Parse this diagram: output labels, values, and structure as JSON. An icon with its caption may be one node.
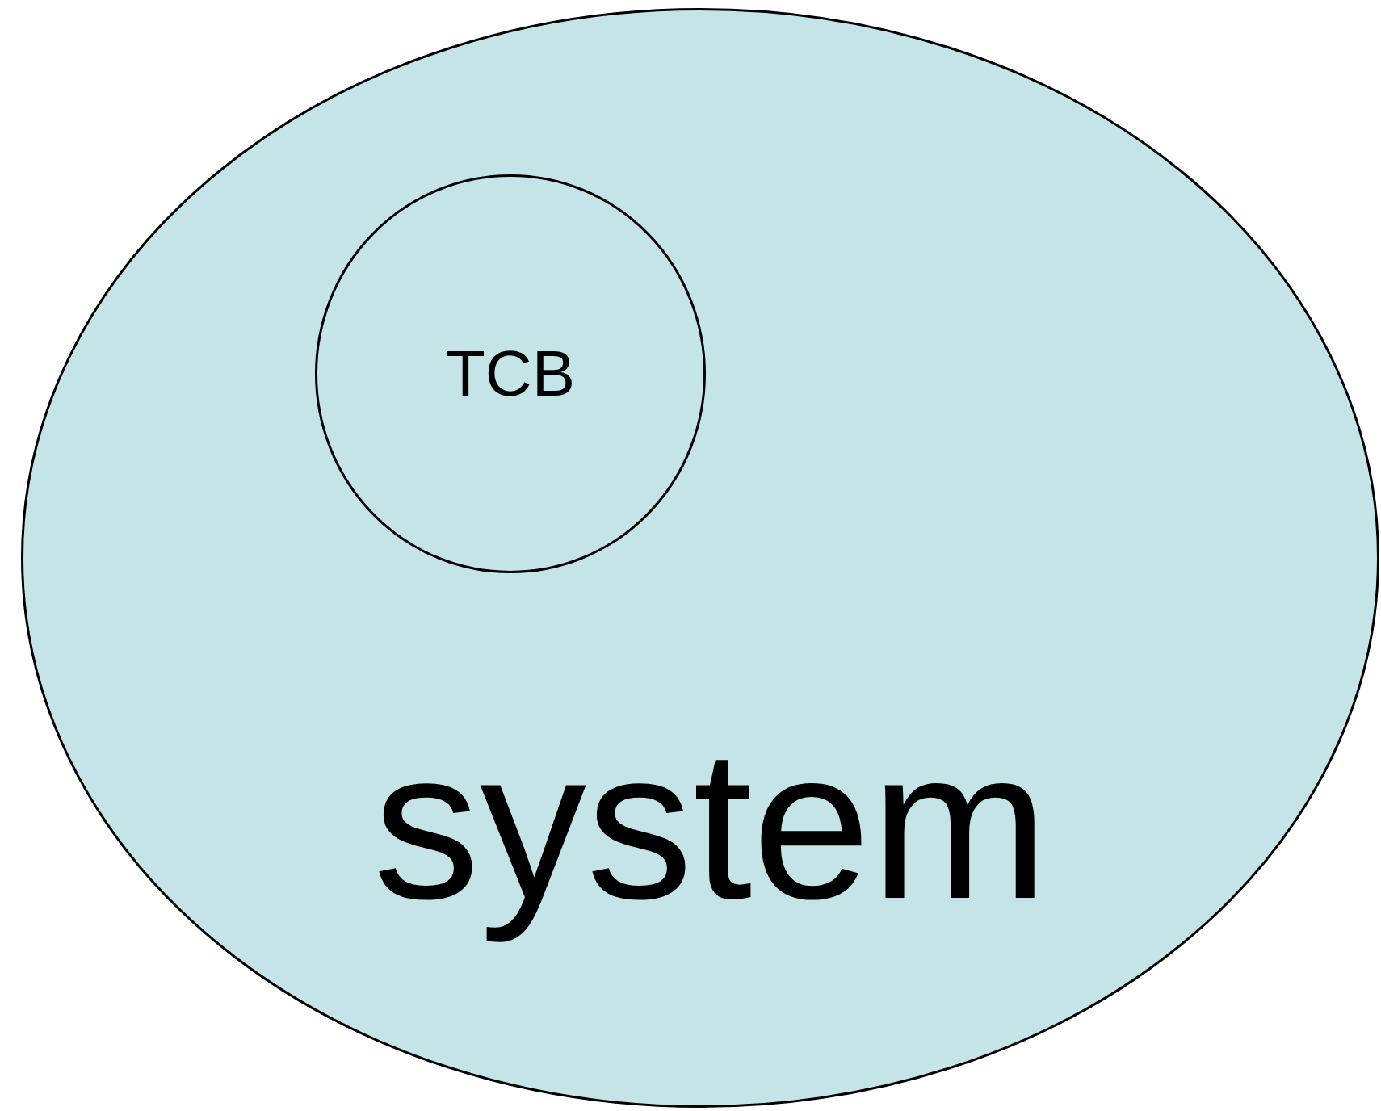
{
  "diagram": {
    "nodes": [
      {
        "text": [
          "system"
        ]
      },
      {
        "text": [
          "TCB"
        ],
        "in": 0
      }
    ]
  }
}
